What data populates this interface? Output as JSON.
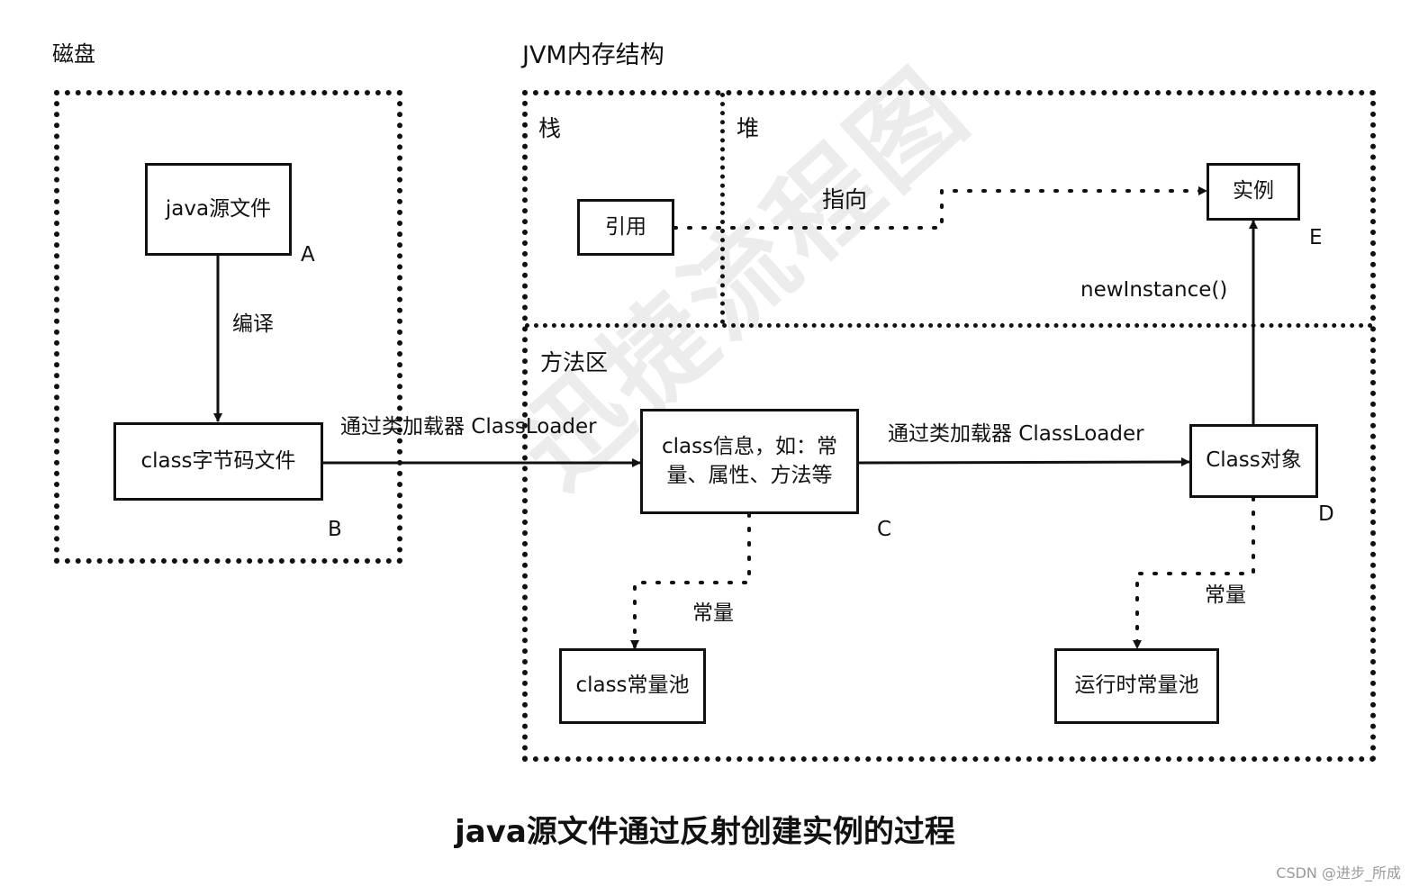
{
  "regions": {
    "disk": "磁盘",
    "jvm": "JVM内存结构",
    "stack": "栈",
    "heap": "堆",
    "method_area": "方法区"
  },
  "nodes": {
    "java_source": "java源文件",
    "class_file": "class字节码文件",
    "class_info_line1": "class信息，如：常",
    "class_info_line2": "量、属性、方法等",
    "class_object": "Class对象",
    "instance": "实例",
    "reference": "引用",
    "class_constant_pool": "class常量池",
    "runtime_constant_pool": "运行时常量池"
  },
  "letters": {
    "a": "A",
    "b": "B",
    "c": "C",
    "d": "D",
    "e": "E"
  },
  "edges": {
    "compile": "编译",
    "classloader_1": "通过类加载器 ClassLoader",
    "classloader_2": "通过类加载器 ClassLoader",
    "points_to": "指向",
    "new_instance": "newInstance()",
    "constant_1": "常量",
    "constant_2": "常量"
  },
  "title": "java源文件通过反射创建实例的过程",
  "watermark": "迅捷流程图",
  "footer": "CSDN @进步_所成"
}
